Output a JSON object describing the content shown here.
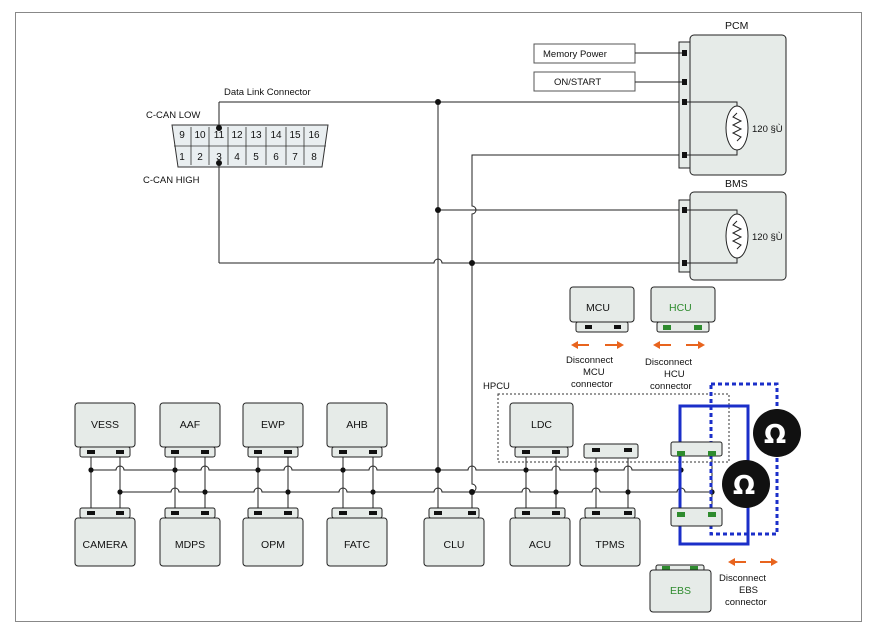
{
  "labels": {
    "data_link_connector": "Data Link Connector",
    "c_can_low": "C-CAN LOW",
    "c_can_high": "C-CAN HIGH",
    "memory_power": "Memory Power",
    "on_start": "ON/START",
    "pcm": "PCM",
    "bms": "BMS",
    "resistor_pcm": "120 §Ù",
    "resistor_bms": "120 §Ù",
    "hpcu": "HPCU",
    "ohm_symbol": "Ω"
  },
  "dlc_pins_top": [
    "9",
    "10",
    "11",
    "12",
    "13",
    "14",
    "15",
    "16"
  ],
  "dlc_pins_bottom": [
    "1",
    "2",
    "3",
    "4",
    "5",
    "6",
    "7",
    "8"
  ],
  "modules": {
    "vess": "VESS",
    "aaf": "AAF",
    "ewp": "EWP",
    "ahb": "AHB",
    "ldc": "LDC",
    "camera": "CAMERA",
    "mdps": "MDPS",
    "opm": "OPM",
    "fatc": "FATC",
    "clu": "CLU",
    "acu": "ACU",
    "tpms": "TPMS",
    "mcu": "MCU",
    "hcu": "HCU",
    "ebs": "EBS"
  },
  "notes": {
    "mcu": [
      "Disconnect",
      "MCU",
      "connector"
    ],
    "hcu": [
      "Disconnect",
      "HCU",
      "connector"
    ],
    "ebs": [
      "Disconnect",
      "EBS",
      "connector"
    ]
  },
  "colors": {
    "wire": "#222222",
    "arrow": "#e8641e",
    "probe": "#1b2fc9",
    "pin_green": "#2e8b2e",
    "module_fill": "#e6ebe8"
  }
}
